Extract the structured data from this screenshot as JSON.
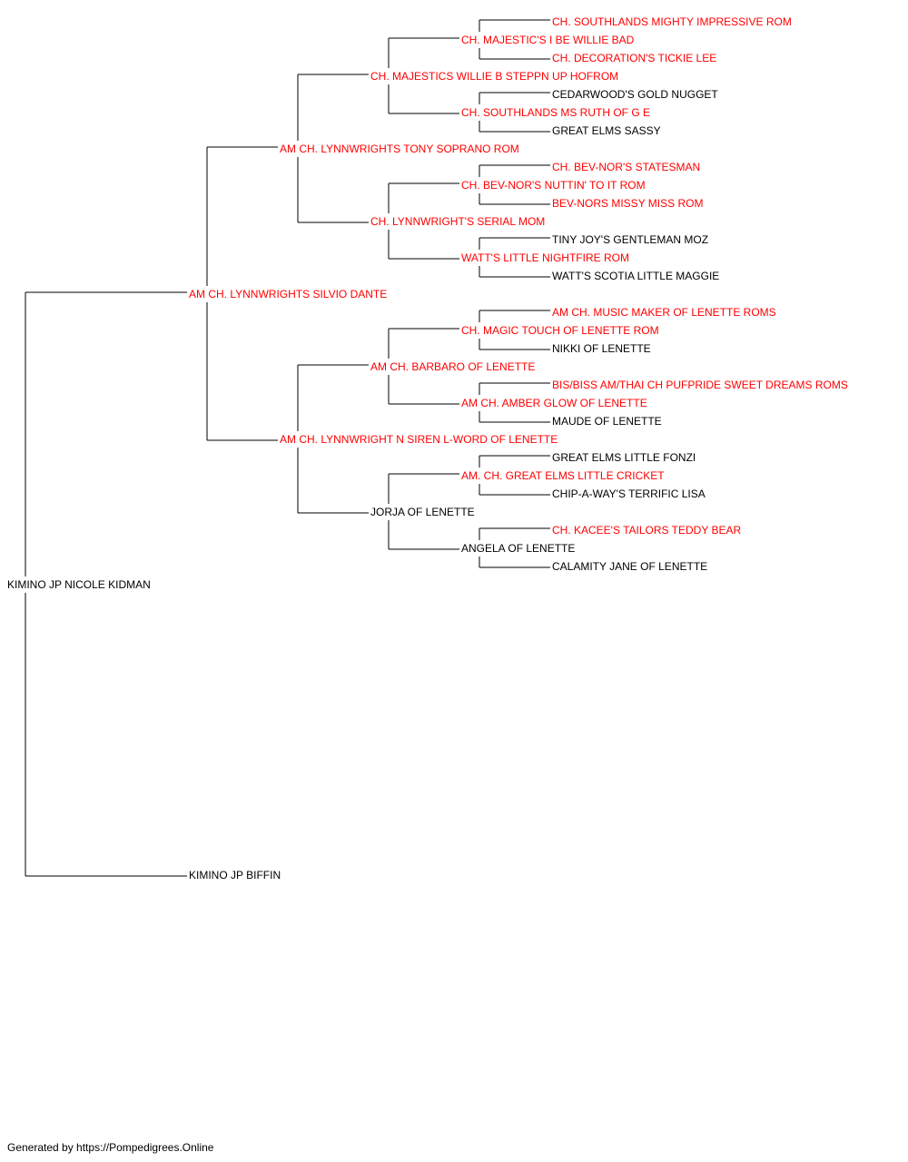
{
  "colors": {
    "titled": "#ff0000",
    "plain": "#000000"
  },
  "pedigree": {
    "subject": {
      "name": "KIMINO JP NICOLE KIDMAN",
      "titled": false
    },
    "sire": {
      "name": "AM CH. LYNNWRIGHTS SILVIO DANTE",
      "titled": true
    },
    "dam": {
      "name": "KIMINO JP BIFFIN",
      "titled": false
    },
    "sire_sire": {
      "name": "AM CH. LYNNWRIGHTS TONY SOPRANO ROM",
      "titled": true
    },
    "sire_dam": {
      "name": "AM CH. LYNNWRIGHT N SIREN L-WORD OF LENETTE",
      "titled": true
    },
    "sss": {
      "name": "CH. MAJESTICS WILLIE B STEPPN UP HOFROM",
      "titled": true
    },
    "ssd": {
      "name": "CH. LYNNWRIGHT'S SERIAL MOM",
      "titled": true
    },
    "sds": {
      "name": "AM CH. BARBARO OF LENETTE",
      "titled": true
    },
    "sdd": {
      "name": "JORJA OF LENETTE",
      "titled": false
    },
    "ssss": {
      "name": "CH. MAJESTIC'S I BE WILLIE BAD",
      "titled": true
    },
    "sssd": {
      "name": "CH. SOUTHLANDS MS RUTH OF G E",
      "titled": true
    },
    "ssds": {
      "name": "CH. BEV-NOR'S NUTTIN' TO IT ROM",
      "titled": true
    },
    "ssdd": {
      "name": "WATT'S LITTLE NIGHTFIRE ROM",
      "titled": true
    },
    "sdss": {
      "name": "CH. MAGIC TOUCH OF LENETTE ROM",
      "titled": true
    },
    "sdsd": {
      "name": "AM CH. AMBER GLOW OF LENETTE",
      "titled": true
    },
    "sdds": {
      "name": "AM. CH. GREAT ELMS LITTLE CRICKET",
      "titled": true
    },
    "sddd": {
      "name": "ANGELA OF LENETTE",
      "titled": false
    },
    "sssss": {
      "name": "CH. SOUTHLANDS MIGHTY IMPRESSIVE ROM",
      "titled": true
    },
    "ssssd": {
      "name": "CH. DECORATION'S TICKIE LEE",
      "titled": true
    },
    "sssds": {
      "name": "CEDARWOOD'S GOLD NUGGET",
      "titled": false
    },
    "sssdd": {
      "name": "GREAT ELMS SASSY",
      "titled": false
    },
    "ssdss": {
      "name": "CH. BEV-NOR'S STATESMAN",
      "titled": true
    },
    "ssdsd": {
      "name": "BEV-NORS MISSY MISS ROM",
      "titled": true
    },
    "ssdds": {
      "name": "TINY JOY'S GENTLEMAN MOZ",
      "titled": false
    },
    "ssddd": {
      "name": "WATT'S SCOTIA LITTLE MAGGIE",
      "titled": false
    },
    "sdsss": {
      "name": "AM CH. MUSIC MAKER OF LENETTE ROMS",
      "titled": true
    },
    "sdssd": {
      "name": "NIKKI OF LENETTE",
      "titled": false
    },
    "sdsds": {
      "name": "BIS/BISS AM/THAI CH PUFPRIDE SWEET DREAMS ROMS",
      "titled": true
    },
    "sdsdd": {
      "name": "MAUDE OF LENETTE",
      "titled": false
    },
    "sddss": {
      "name": "GREAT ELMS LITTLE FONZI",
      "titled": false
    },
    "sddsd": {
      "name": "CHIP-A-WAY'S TERRIFIC LISA",
      "titled": false
    },
    "sddds": {
      "name": "CH. KACEE'S TAILORS TEDDY BEAR",
      "titled": true
    },
    "sdddd": {
      "name": "CALAMITY JANE OF LENETTE",
      "titled": false
    }
  },
  "footer": {
    "text": "Generated by https://Pompedigrees.Online"
  }
}
